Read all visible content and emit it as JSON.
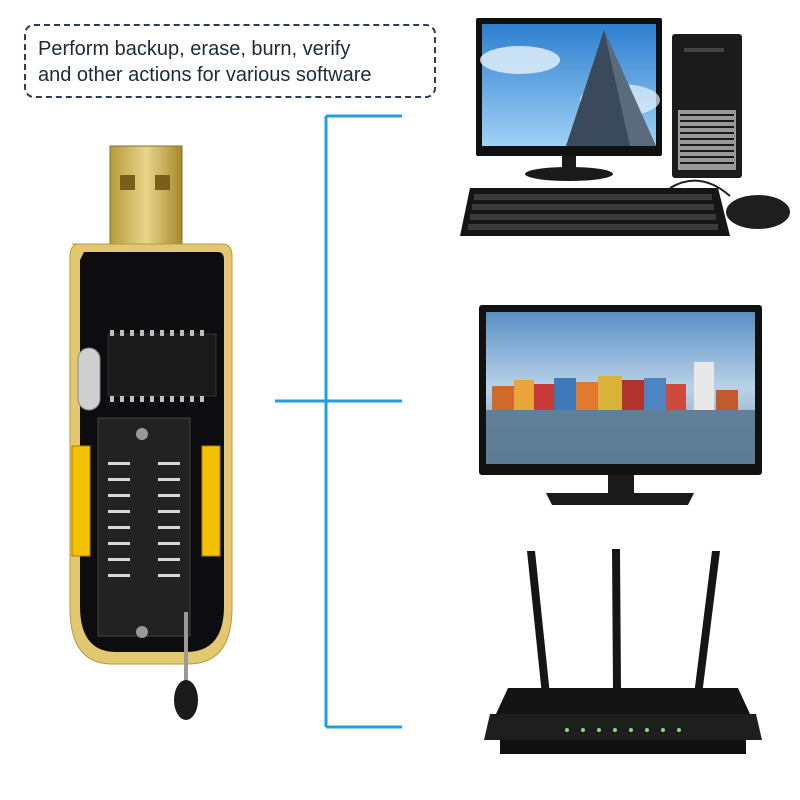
{
  "callout": {
    "line1": "Perform backup, erase, burn, verify",
    "line2": "and other actions for various software"
  },
  "connector_color": "#1e9fe0",
  "devices": [
    {
      "name": "desktop-computer-image"
    },
    {
      "name": "television-image"
    },
    {
      "name": "router-image"
    }
  ],
  "programmer": {
    "name": "usb-programmer-image"
  }
}
